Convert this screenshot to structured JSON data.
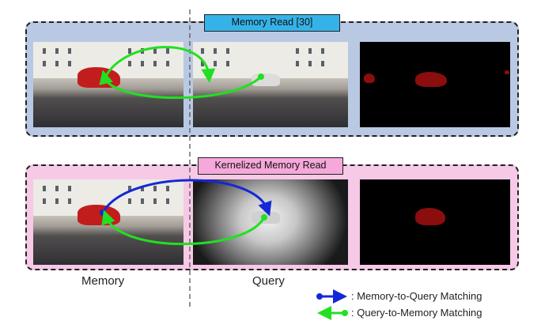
{
  "top_panel": {
    "title": "Memory Read [30]"
  },
  "bottom_panel": {
    "title": "Kernelized Memory Read"
  },
  "labels": {
    "memory": "Memory",
    "query": "Query"
  },
  "legend": [
    {
      "text": ": Memory-to-Query Matching",
      "color": "#1428d6"
    },
    {
      "text": ": Query-to-Memory Matching",
      "color": "#21e021"
    }
  ],
  "colors": {
    "top_panel_bg": "#b9c9e3",
    "bottom_panel_bg": "#f6c9e6",
    "top_tag": "#35b3e8",
    "bottom_tag": "#f5a8da",
    "mask_red": "#8b0d0d"
  }
}
